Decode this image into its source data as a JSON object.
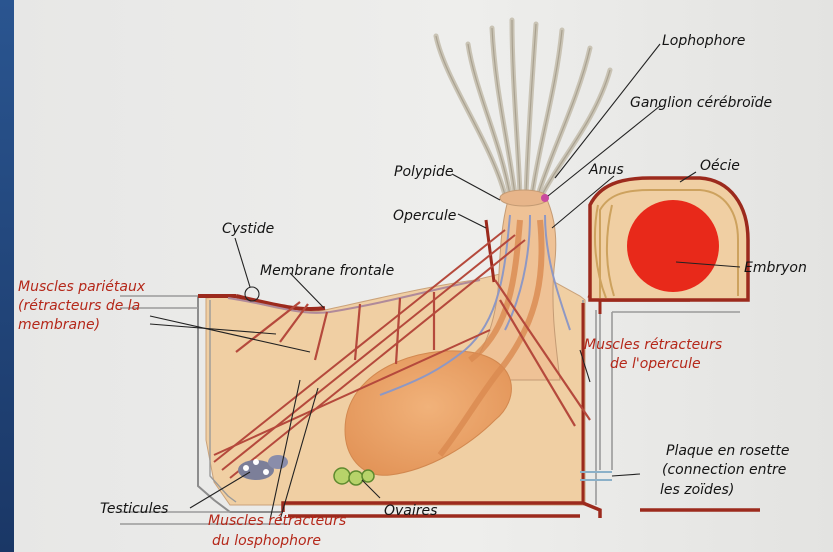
{
  "labels": {
    "lophophore": "Lophophore",
    "ganglion": "Ganglion cérébroïde",
    "anus": "Anus",
    "oecie": "Oécie",
    "polypide": "Polypide",
    "opercule": "Opercule",
    "embryon": "Embryon",
    "cystide": "Cystide",
    "membrane_frontale": "Membrane frontale",
    "muscles_parietaux": [
      "Muscles pariétaux",
      "(rétracteurs de la",
      "membrane)"
    ],
    "muscles_opercule": [
      "Muscles rétracteurs",
      "de l'opercule"
    ],
    "plaque": [
      "Plaque en rosette",
      "(connection entre",
      "les zoïdes)"
    ],
    "testicules": "Testicules",
    "ovaires": "Ovaires",
    "muscles_lophophore": [
      "Muscles rétracteurs",
      "du losphophore"
    ]
  },
  "colors": {
    "label_red": "#b5281a",
    "label_dark": "#141414",
    "wall_red": "#9c2a1d",
    "body_fill": "#f0cfa3",
    "gut_fill": "#e9a46a",
    "embryo": "#e8291a"
  }
}
